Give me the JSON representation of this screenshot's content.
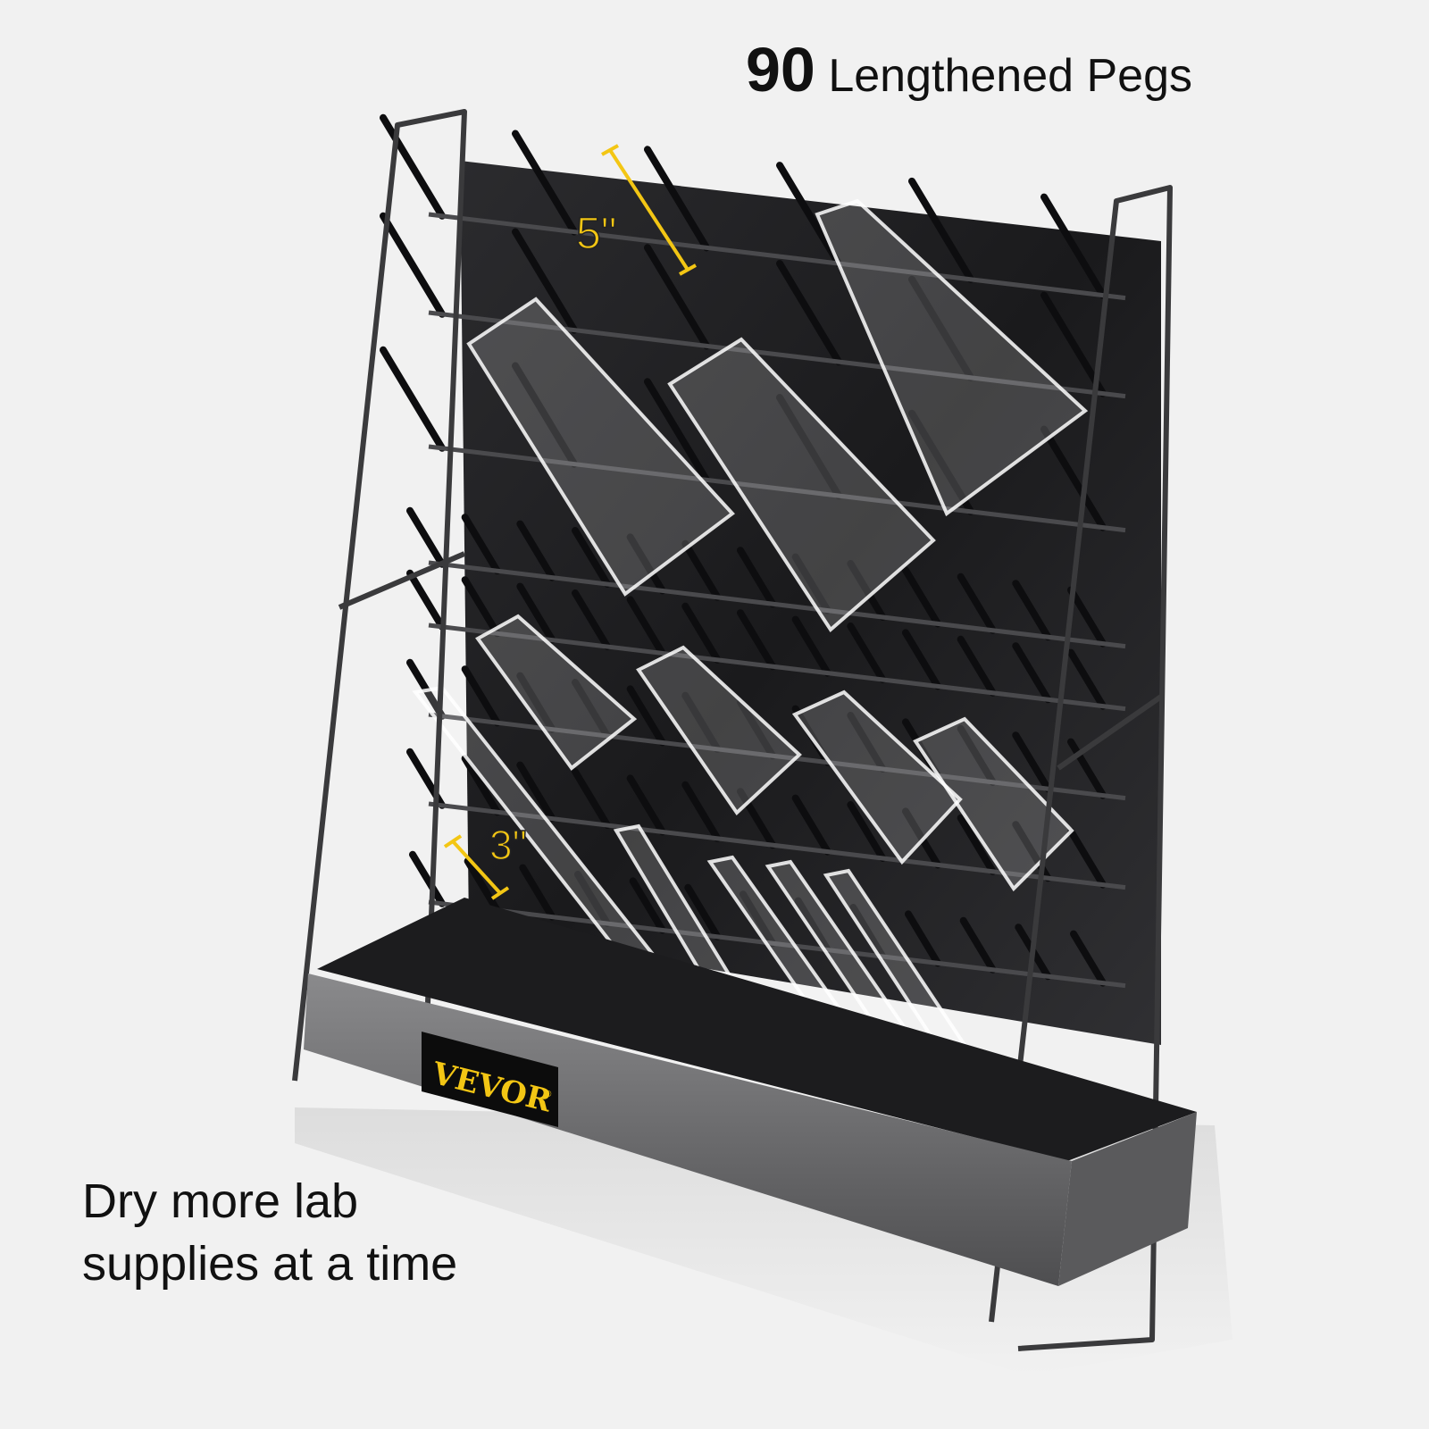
{
  "headline": {
    "number": "90",
    "text": "Lengthened Pegs"
  },
  "caption": {
    "line1": "Dry more lab",
    "line2": "supplies at a time"
  },
  "dimensions": {
    "long_peg": "5\"",
    "short_peg": "3\""
  },
  "brand": {
    "logo_text": "VEVOR",
    "registered_mark": "®"
  },
  "colors": {
    "background": "#f1f1f1",
    "frame": "#3a3a3c",
    "panel": "#1e1e20",
    "tray": "#6a6a6c",
    "accent": "#f3c614"
  }
}
